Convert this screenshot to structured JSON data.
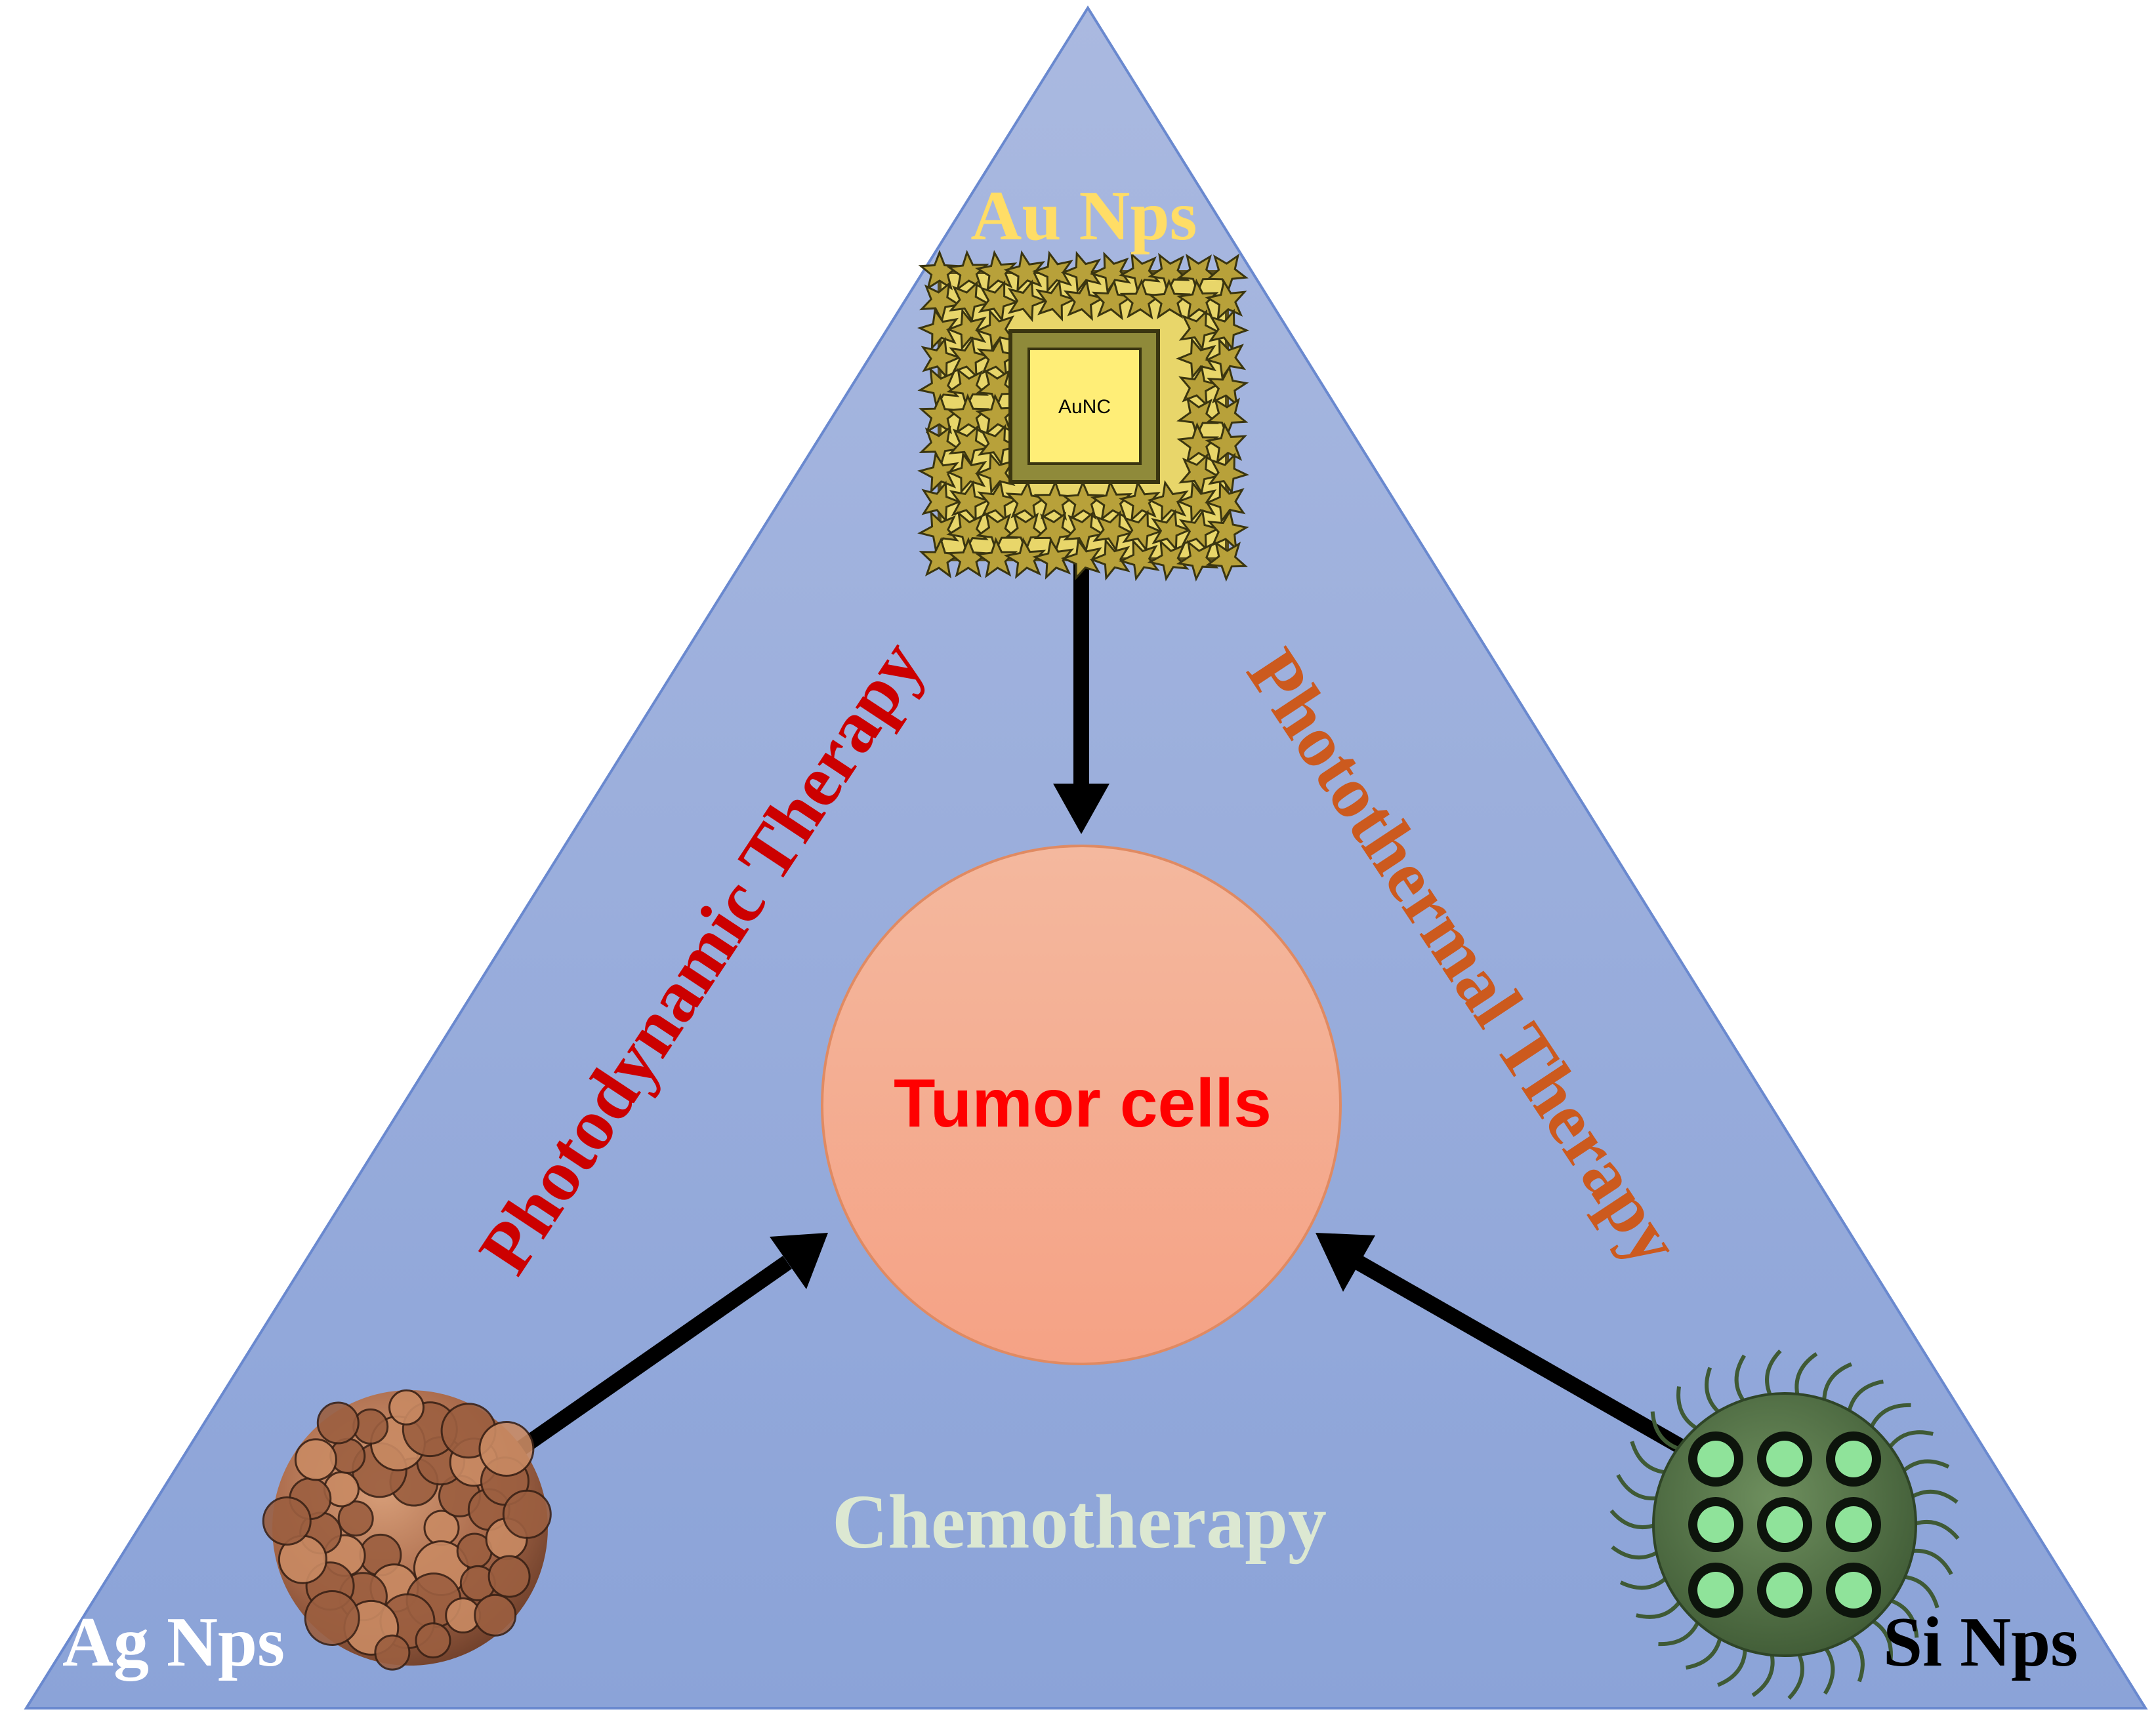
{
  "diagram": {
    "center_label": "Tumor cells",
    "bottom_label": "Chemotherapy",
    "left_side_label": "Photodynamic Therapy",
    "right_side_label": "Photothermal Therapy",
    "top_particle": {
      "label": "Au Nps",
      "core_label": "AuNC"
    },
    "left_particle": {
      "label": "Ag Nps"
    },
    "right_particle": {
      "label": "Si Nps"
    }
  },
  "colors": {
    "triangle_top": "#aab9e0",
    "triangle_bottom": "#8ba3d8",
    "triangle_edge": "#6a89cf",
    "circle_fill": "#f5a98a",
    "circle_edge": "#e08a62",
    "center_text": "#ff0000",
    "photodynamic_text": "#cc0000",
    "photothermal_text": "#cc5a1e",
    "chemotherapy_text": "#dce8d2",
    "au_label": "#ffdd66",
    "ag_label": "#ffffff",
    "si_label": "#000000",
    "arrow": "#000000"
  }
}
